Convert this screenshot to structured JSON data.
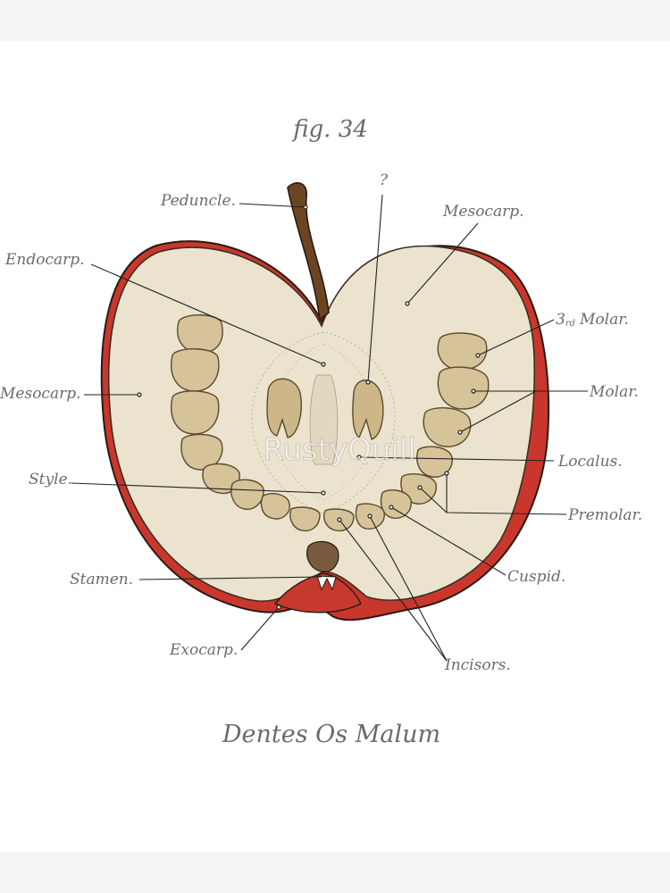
{
  "figure": {
    "number": "fig. 34",
    "caption": "Dentes Os Malum",
    "watermark": "RustyQuill"
  },
  "labels": {
    "peduncle": "Peduncle.",
    "question": "?",
    "mesocarp_top": "Mesocarp.",
    "endocarp": "Endocarp.",
    "third_molar_num": "3",
    "third_molar_sup": "rd",
    "third_molar_word": "Molar.",
    "mesocarp_left": "Mesocarp.",
    "molar": "Molar.",
    "localus": "Localus.",
    "style": "Style.",
    "premolar": "Premolar.",
    "stamen": "Stamen.",
    "cuspid": "Cuspid.",
    "exocarp": "Exocarp.",
    "incisors": "Incisors."
  },
  "colors": {
    "flesh": "#ebe3cd",
    "skin": "#c9372c",
    "skin_dark": "#8e1e17",
    "stem": "#6b4523",
    "tooth": "#d7c399",
    "text": "#6b6b6b"
  }
}
